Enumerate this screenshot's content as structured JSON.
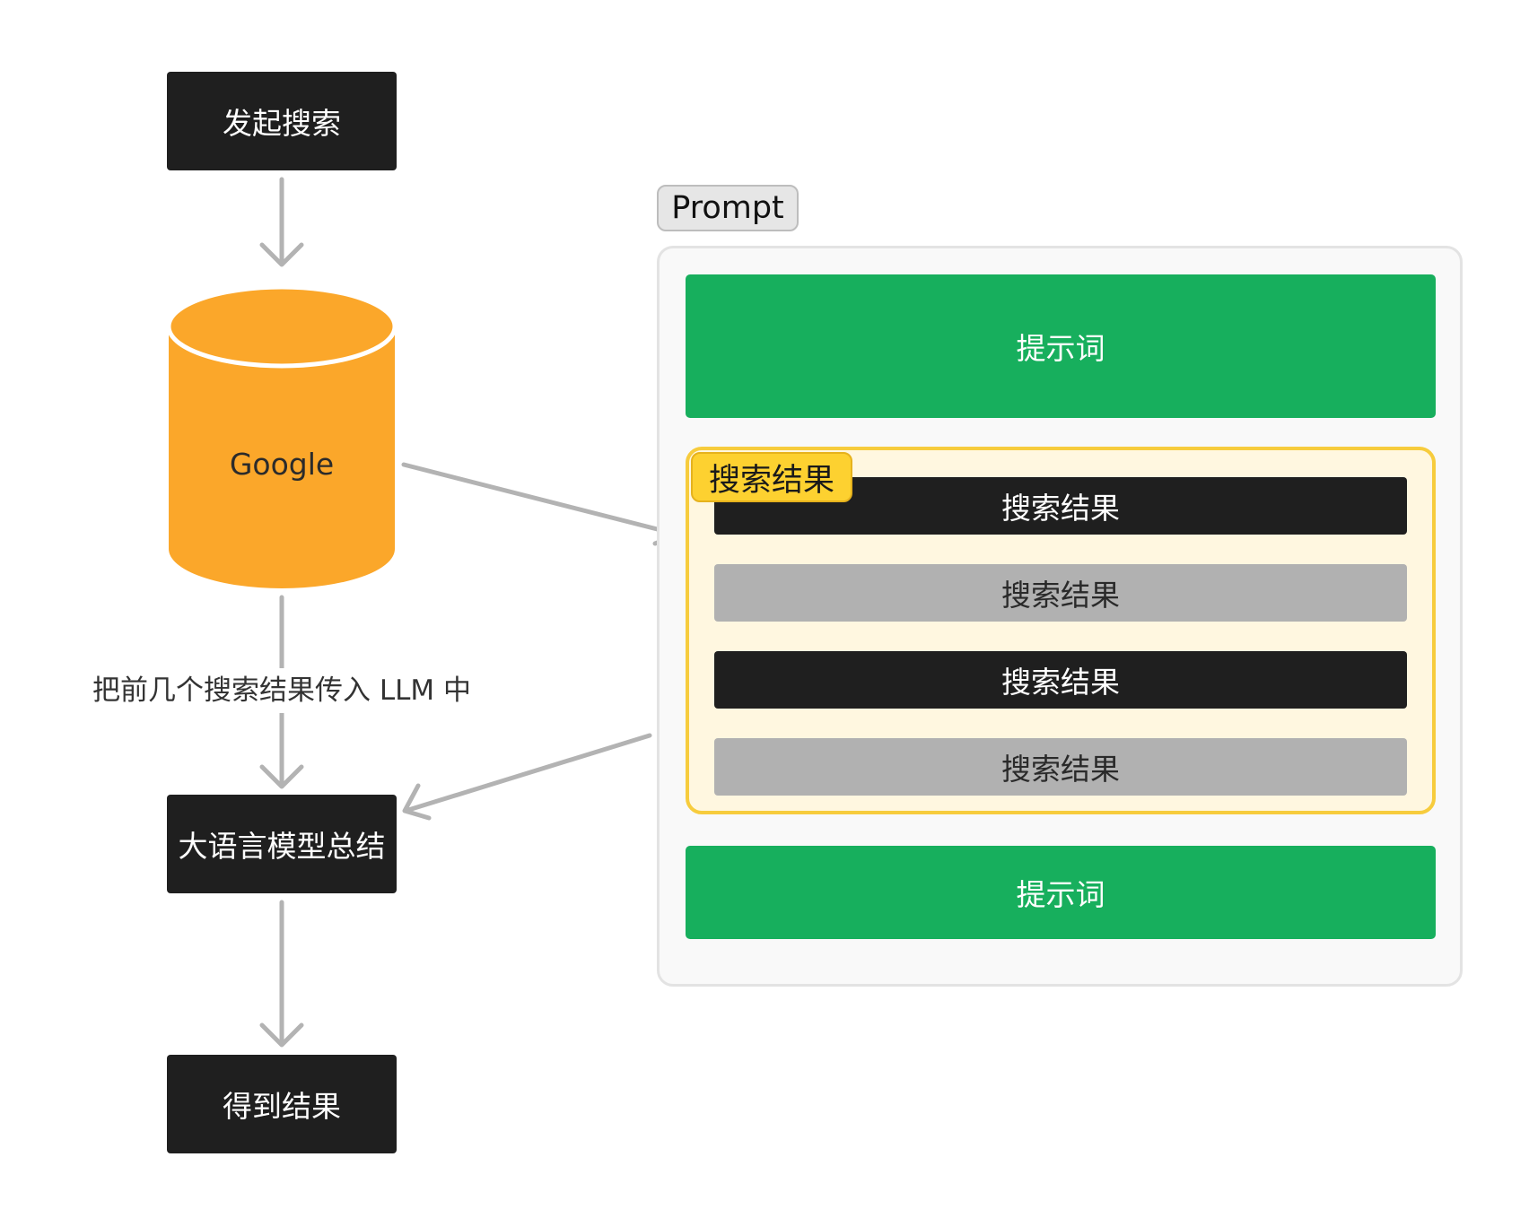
{
  "flow": {
    "start_label": "发起搜索",
    "database_label": "Google",
    "transfer_label": "把前几个搜索结果传入 LLM 中",
    "summarize_label": "大语言模型总结",
    "result_label": "得到结果"
  },
  "prompt": {
    "tab_label": "Prompt",
    "top_prompt_label": "提示词",
    "results_group_label": "搜索结果",
    "results": [
      {
        "label": "搜索结果",
        "style": "dark"
      },
      {
        "label": "搜索结果",
        "style": "gray"
      },
      {
        "label": "搜索结果",
        "style": "dark"
      },
      {
        "label": "搜索结果",
        "style": "gray"
      }
    ],
    "bottom_prompt_label": "提示词"
  },
  "colors": {
    "dark_box": "#1f1f1f",
    "cylinder": "#fba72a",
    "prompt_green": "#17af5d",
    "results_border": "#f7cc3d",
    "results_fill": "#fff7e0",
    "tag_yellow": "#fdd130",
    "result_gray": "#b1b1b1",
    "connector_gray": "#b3b3b3"
  }
}
